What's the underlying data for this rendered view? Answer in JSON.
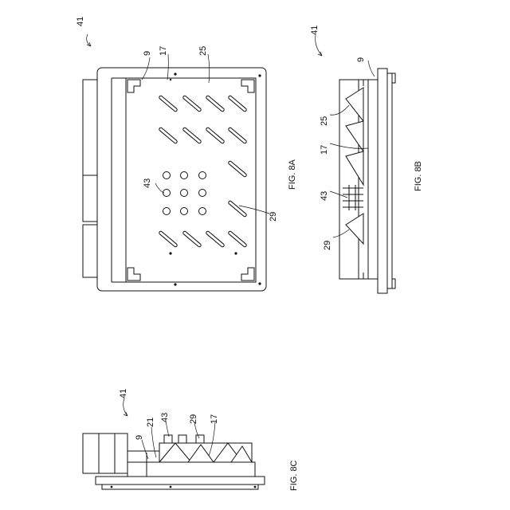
{
  "refs": {
    "r41": "41",
    "r9": "9",
    "r17": "17",
    "r25": "25",
    "r43": "43",
    "r29": "29",
    "r21": "21"
  },
  "captions": {
    "fig8a": "FIG. 8A",
    "fig8b": "FIG. 8B",
    "fig8c": "FIG. 8C"
  }
}
